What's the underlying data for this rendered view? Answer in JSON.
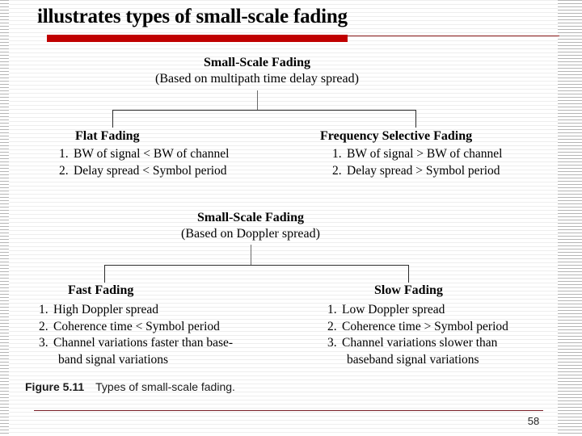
{
  "slide": {
    "title": "illustrates types of small-scale fading",
    "page_number": "58",
    "accent_color": "#c00000",
    "rule_color": "#8b1a1a"
  },
  "figure": {
    "caption_label": "Figure 5.11",
    "caption_text": "Types of small-scale fading.",
    "groups": [
      {
        "root_title": "Small-Scale Fading",
        "root_subtitle": "(Based on multipath time delay spread)",
        "branches": [
          {
            "title": "Flat Fading",
            "items": [
              {
                "num": "1.",
                "text": "BW of signal < BW of channel",
                "cont": ""
              },
              {
                "num": "2.",
                "text": "Delay spread < Symbol period",
                "cont": ""
              }
            ]
          },
          {
            "title": "Frequency Selective Fading",
            "items": [
              {
                "num": "1.",
                "text": "BW of signal > BW of channel",
                "cont": ""
              },
              {
                "num": "2.",
                "text": "Delay spread > Symbol period",
                "cont": ""
              }
            ]
          }
        ]
      },
      {
        "root_title": "Small-Scale Fading",
        "root_subtitle": "(Based on Doppler spread)",
        "branches": [
          {
            "title": "Fast Fading",
            "items": [
              {
                "num": "1.",
                "text": "High Doppler spread",
                "cont": ""
              },
              {
                "num": "2.",
                "text": "Coherence time < Symbol period",
                "cont": ""
              },
              {
                "num": "3.",
                "text": "Channel variations faster than base-",
                "cont": "band signal variations"
              }
            ]
          },
          {
            "title": "Slow Fading",
            "items": [
              {
                "num": "1.",
                "text": "Low Doppler spread",
                "cont": ""
              },
              {
                "num": "2.",
                "text": "Coherence time > Symbol period",
                "cont": ""
              },
              {
                "num": "3.",
                "text": "Channel variations slower than",
                "cont": "baseband signal variations"
              }
            ]
          }
        ]
      }
    ]
  }
}
